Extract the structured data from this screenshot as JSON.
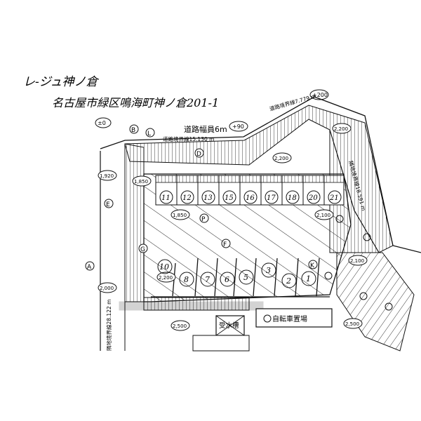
{
  "title_line1": "レ-ジュ神ノ倉",
  "title_line2": "名古屋市緑区鳴海町神ノ倉201-1",
  "road_width": "道路幅員6m",
  "boundary_top_left": "道路境界線15.130 m",
  "boundary_top_right": "道路境界線7.779 m",
  "boundary_right": "隣地境界線18.591 m",
  "boundary_left": "隣地境界線28.122 m",
  "elev_zero": "±0",
  "elev_90": "+90",
  "elev_200": "+200",
  "level_labels": [
    "1,920",
    "1,850",
    "1,850",
    "2,200",
    "2,200",
    "2,100",
    "2,200",
    "2,100",
    "2,500",
    "2,500",
    "2,000"
  ],
  "letter_marks": [
    "B",
    "L",
    "D",
    "E",
    "F",
    "G",
    "A",
    "K",
    "P"
  ],
  "spots_top": [
    "11",
    "12",
    "13",
    "15",
    "16",
    "17",
    "18",
    "20",
    "21"
  ],
  "spots_bottom": [
    "10",
    "8",
    "7",
    "6",
    "5",
    "3",
    "2",
    "1"
  ],
  "water_tank": "受水槽",
  "bicycle_parking": "自転車置場"
}
